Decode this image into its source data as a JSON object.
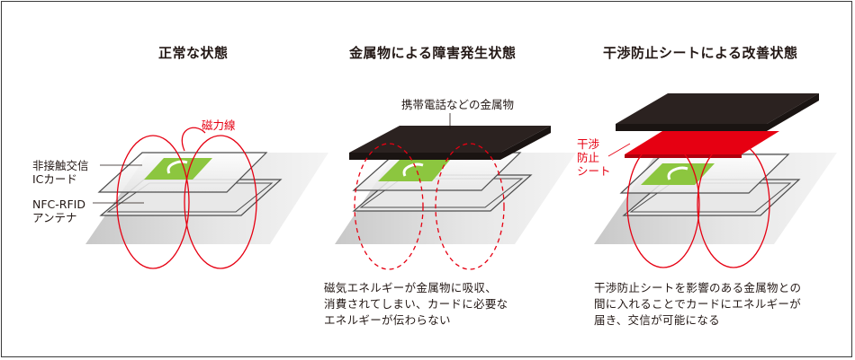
{
  "panels": [
    {
      "heading": "正常な状態",
      "field_label": "磁力線",
      "card_label": [
        "非接触交信",
        "ICカード"
      ],
      "antenna_label": [
        "NFC-RFID",
        "アンテナ"
      ]
    },
    {
      "heading": "金属物による障害発生状態",
      "metal_label": "携帯電話などの金属物",
      "caption": [
        "磁気エネルギーが金属物に吸収、",
        "消費されてしまい、カードに必要な",
        "エネルギーが伝わらない"
      ]
    },
    {
      "heading": "干渉防止シートによる改善状態",
      "sheet_label": [
        "干渉",
        "防止",
        "シート"
      ],
      "caption": [
        "干渉防止シートを影響のある金属物との",
        "間に入れることでカードにエネルギーが",
        "届き、交信が可能になる"
      ]
    }
  ],
  "colors": {
    "field": "#e60012",
    "card_green": "#8cc63f",
    "metal": "#2b2220",
    "sheet": "#e60012"
  }
}
